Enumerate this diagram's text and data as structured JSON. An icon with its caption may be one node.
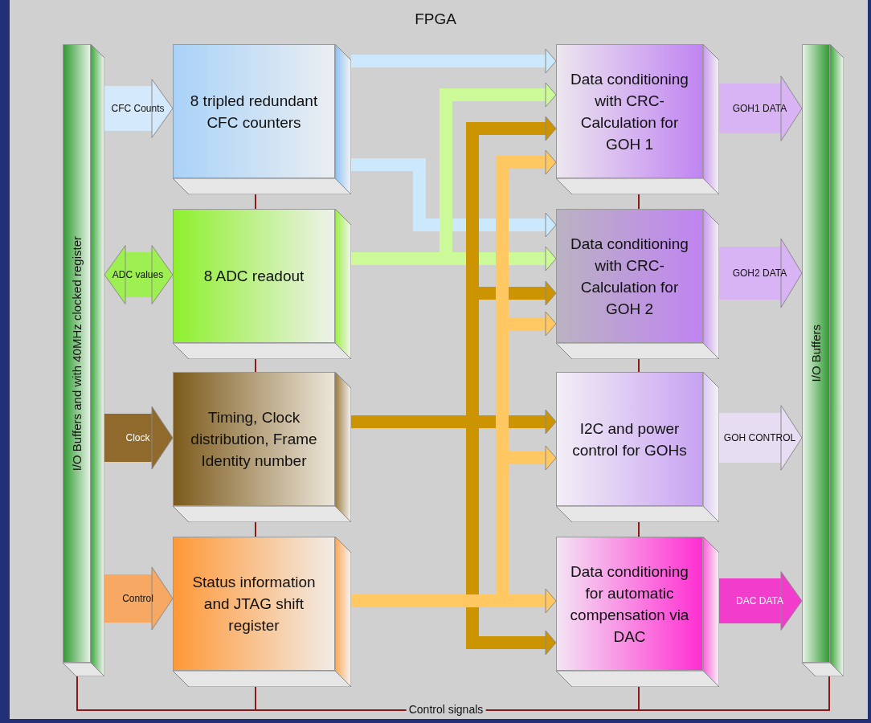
{
  "diagram": {
    "title": "FPGA",
    "nodes": [
      {
        "text": [
          "I/O Buffers and with 40MHz clocked register"
        ]
      },
      {
        "text": [
          "I/O Buffers"
        ]
      },
      {
        "text": [
          "8 tripled redundant CFC counters"
        ]
      },
      {
        "text": [
          "8 ADC readout"
        ]
      },
      {
        "text": [
          "Timing, Clock distribution, Frame Identity number"
        ]
      },
      {
        "text": [
          "Status information and JTAG shift register"
        ]
      },
      {
        "text": [
          "Data conditioning with CRC- Calculation for GOH 1"
        ]
      },
      {
        "text": [
          "Data conditioning with CRC- Calculation for GOH 2"
        ]
      },
      {
        "text": [
          "I2C and power control for GOHs"
        ]
      },
      {
        "text": [
          "Data conditioning for automatic compensation via DAC"
        ]
      }
    ],
    "edges": [
      {
        "from": 0,
        "to": 2,
        "arrow": "to",
        "label": "CFC Counts",
        "style": "thick",
        "color": "#d4eafc"
      },
      {
        "from": 0,
        "to": 3,
        "arrow": "both",
        "label": "ADC values",
        "style": "thick",
        "color": "#9ef052"
      },
      {
        "from": 0,
        "to": 4,
        "arrow": "to",
        "label": "Clock",
        "style": "thick",
        "color": "#8f6a2c"
      },
      {
        "from": 0,
        "to": 5,
        "arrow": "to",
        "label": "Control",
        "style": "thick",
        "color": "#f7a862"
      },
      {
        "from": 6,
        "to": 1,
        "arrow": "to",
        "label": "GOH1 DATA",
        "style": "thick",
        "color": "#d8b4f4"
      },
      {
        "from": 7,
        "to": 1,
        "arrow": "to",
        "label": "GOH2 DATA",
        "style": "thick",
        "color": "#d8b4f4"
      },
      {
        "from": 8,
        "to": 1,
        "arrow": "to",
        "label": "GOH CONTROL",
        "style": "thick",
        "color": "#e6ddf2"
      },
      {
        "from": 9,
        "to": 1,
        "arrow": "to",
        "label": "DAC DATA",
        "style": "thick",
        "color": "#f23ccc"
      },
      {
        "from": 2,
        "to": 6,
        "arrow": "to",
        "color": "#cce8fc"
      },
      {
        "from": 2,
        "to": 7,
        "arrow": "to",
        "color": "#cce8fc"
      },
      {
        "from": 3,
        "to": 6,
        "arrow": "to",
        "color": "#ccfa98"
      },
      {
        "from": 3,
        "to": 7,
        "arrow": "to",
        "color": "#ccfa98"
      },
      {
        "from": 4,
        "to": 6,
        "arrow": "to",
        "color": "#cc9400"
      },
      {
        "from": 4,
        "to": 7,
        "arrow": "to",
        "color": "#cc9400"
      },
      {
        "from": 4,
        "to": 8,
        "arrow": "to",
        "color": "#cc9400"
      },
      {
        "from": 4,
        "to": 9,
        "arrow": "to",
        "color": "#cc9400"
      },
      {
        "from": 5,
        "to": 6,
        "arrow": "to",
        "color": "#ffc862"
      },
      {
        "from": 5,
        "to": 7,
        "arrow": "to",
        "color": "#ffc862"
      },
      {
        "from": 5,
        "to": 8,
        "arrow": "to",
        "color": "#ffc862"
      },
      {
        "from": 5,
        "to": 9,
        "arrow": "to",
        "color": "#ffc862"
      },
      {
        "from": 0,
        "to": 1,
        "arrow": "none",
        "label": "Control signals",
        "color": "#8b1a1a"
      },
      {
        "from": 2,
        "to": 3,
        "arrow": "none",
        "color": "#8b1a1a"
      },
      {
        "from": 3,
        "to": 4,
        "arrow": "none",
        "color": "#8b1a1a"
      },
      {
        "from": 4,
        "to": 5,
        "arrow": "none",
        "color": "#8b1a1a"
      },
      {
        "from": 5,
        "to": 0,
        "arrow": "none",
        "color": "#8b1a1a"
      },
      {
        "from": 6,
        "to": 7,
        "arrow": "none",
        "color": "#8b1a1a"
      },
      {
        "from": 7,
        "to": 8,
        "arrow": "none",
        "color": "#8b1a1a"
      },
      {
        "from": 8,
        "to": 9,
        "arrow": "none",
        "color": "#8b1a1a"
      },
      {
        "from": 9,
        "to": 1,
        "arrow": "none",
        "color": "#8b1a1a"
      }
    ]
  }
}
